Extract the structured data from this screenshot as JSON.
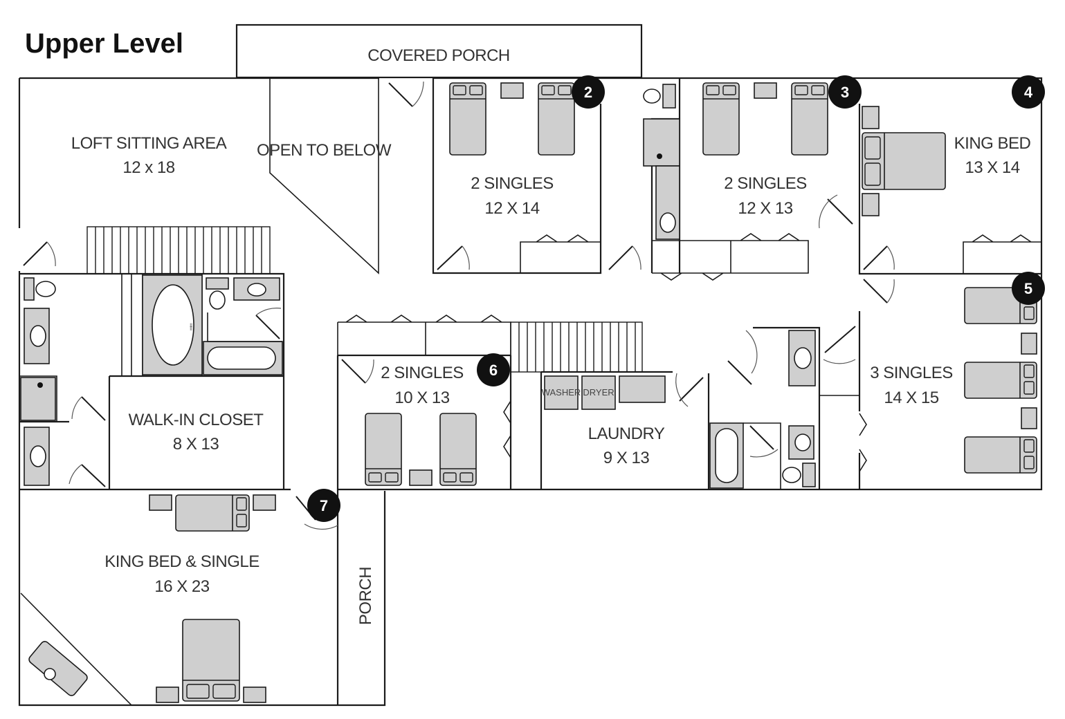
{
  "title": "Upper Level",
  "rooms": {
    "covered_porch": "COVERED PORCH",
    "loft": {
      "name": "LOFT SITTING AREA",
      "size": "12 x 18"
    },
    "open_to_below": "OPEN TO BELOW",
    "room2": {
      "name": "2 SINGLES",
      "size": "12 X 14",
      "number": "2"
    },
    "room3": {
      "name": "2 SINGLES",
      "size": "12 X 13",
      "number": "3"
    },
    "room4": {
      "name": "KING BED",
      "size": "13 X 14",
      "number": "4"
    },
    "room5": {
      "name": "3 SINGLES",
      "size": "14 X 15",
      "number": "5"
    },
    "room6": {
      "name": "2 SINGLES",
      "size": "10 X 13",
      "number": "6"
    },
    "room7": {
      "name": "KING BED & SINGLE",
      "size": "16 X 23",
      "number": "7"
    },
    "walkin": {
      "name": "WALK-IN CLOSET",
      "size": "8 X 13"
    },
    "laundry": {
      "name": "LAUNDRY",
      "size": "9 X 13"
    },
    "porch": "PORCH"
  },
  "appliances": {
    "washer": "WASHER",
    "dryer": "DRYER"
  }
}
